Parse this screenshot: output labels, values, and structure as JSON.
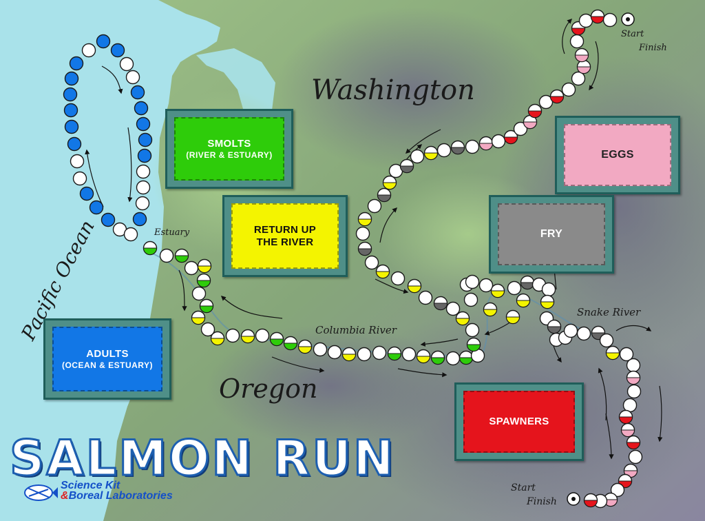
{
  "title": "SALMON RUN",
  "cards": {
    "smolts": {
      "title": "SMOLTS",
      "sub": "(RIVER & ESTUARY)",
      "color": "#2ecc0a"
    },
    "return": {
      "title": "RETURN UP THE RIVER",
      "line1": "RETURN UP",
      "line2": "THE RIVER",
      "color": "#f4f400"
    },
    "eggs": {
      "title": "EGGS",
      "color": "#f2a9c2"
    },
    "fry": {
      "title": "FRY",
      "color": "#8a8a8a"
    },
    "adults": {
      "title": "ADULTS",
      "sub": "(OCEAN & ESTUARY)",
      "color": "#1277e6"
    },
    "spawners": {
      "title": "SPAWNERS",
      "color": "#e5141c"
    }
  },
  "labels": {
    "washington": "Washington",
    "oregon": "Oregon",
    "pacific_ocean": "Pacific Ocean",
    "estuary": "Estuary",
    "columbia_river": "Columbia River",
    "snake_river": "Snake River",
    "start_top": "Start",
    "finish_top": "Finish",
    "start_bottom": "Start",
    "finish_bottom": "Finish"
  },
  "logo": {
    "line1": "Science Kit",
    "amp": "&",
    "line2": "Boreal Laboratories"
  },
  "colors": {
    "ocean": "#a9e2ea",
    "land": "#8fb37f",
    "mountain": "#7d7a8e",
    "blue_space": "#1277e6",
    "green_space": "#2ecc0a",
    "yellow_space": "#f4f400",
    "gray_space": "#666666",
    "pink_space": "#f2a9c2",
    "red_space": "#e5141c"
  }
}
